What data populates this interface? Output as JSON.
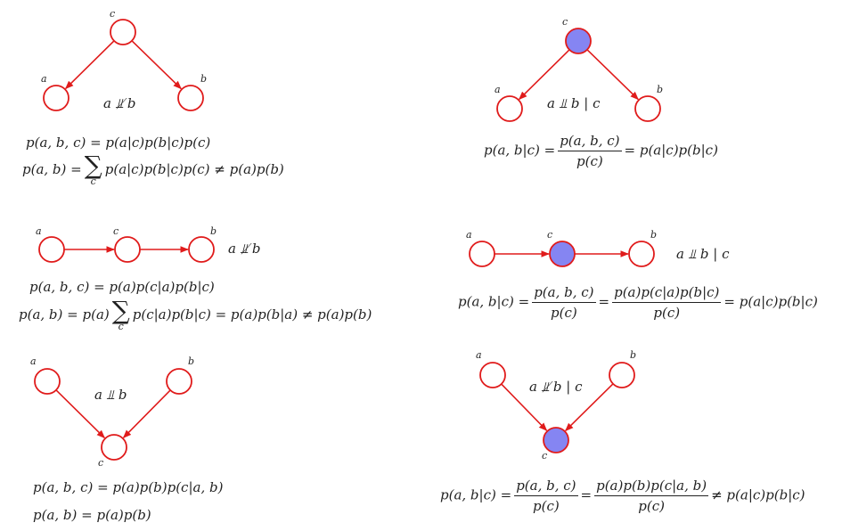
{
  "diagrams": [
    {
      "id": "tail-to-tail-unobserved",
      "nodes": [
        {
          "name": "c",
          "observed": false
        },
        {
          "name": "a",
          "observed": false
        },
        {
          "name": "b",
          "observed": false
        }
      ],
      "edges": [
        [
          "c",
          "a"
        ],
        [
          "c",
          "b"
        ]
      ],
      "relation": "a ⫫̸ b",
      "equations": [
        "p(a, b, c) = p(a|c)p(b|c)p(c)",
        {
          "lhs": "p(a, b) =",
          "sum_sub": "c",
          "rhs": "p(a|c)p(b|c)p(c) ≠ p(a)p(b)"
        }
      ]
    },
    {
      "id": "tail-to-tail-observed",
      "nodes": [
        {
          "name": "c",
          "observed": true
        },
        {
          "name": "a",
          "observed": false
        },
        {
          "name": "b",
          "observed": false
        }
      ],
      "edges": [
        [
          "c",
          "a"
        ],
        [
          "c",
          "b"
        ]
      ],
      "relation": "a ⫫ b | c",
      "equations": [
        {
          "lhs": "p(a, b|c) =",
          "num": "p(a, b, c)",
          "den": "p(c)",
          "rhs": "= p(a|c)p(b|c)"
        }
      ]
    },
    {
      "id": "head-to-tail-unobserved",
      "nodes": [
        {
          "name": "a",
          "observed": false
        },
        {
          "name": "c",
          "observed": false
        },
        {
          "name": "b",
          "observed": false
        }
      ],
      "edges": [
        [
          "a",
          "c"
        ],
        [
          "c",
          "b"
        ]
      ],
      "relation": "a ⫫̸ b",
      "equations": [
        "p(a, b, c) = p(a)p(c|a)p(b|c)",
        {
          "lhs": "p(a, b) = p(a)",
          "sum_sub": "c",
          "rhs": "p(c|a)p(b|c) = p(a)p(b|a) ≠ p(a)p(b)"
        }
      ]
    },
    {
      "id": "head-to-tail-observed",
      "nodes": [
        {
          "name": "a",
          "observed": false
        },
        {
          "name": "c",
          "observed": true
        },
        {
          "name": "b",
          "observed": false
        }
      ],
      "edges": [
        [
          "a",
          "c"
        ],
        [
          "c",
          "b"
        ]
      ],
      "relation": "a ⫫ b | c",
      "equations": [
        {
          "lhs": "p(a, b|c) =",
          "num": "p(a, b, c)",
          "den": "p(c)",
          "mid": "=",
          "num2": "p(a)p(c|a)p(b|c)",
          "den2": "p(c)",
          "rhs": "= p(a|c)p(b|c)"
        }
      ]
    },
    {
      "id": "head-to-head-unobserved",
      "nodes": [
        {
          "name": "a",
          "observed": false
        },
        {
          "name": "b",
          "observed": false
        },
        {
          "name": "c",
          "observed": false
        }
      ],
      "edges": [
        [
          "a",
          "c"
        ],
        [
          "b",
          "c"
        ]
      ],
      "relation": "a ⫫ b",
      "equations": [
        "p(a, b, c) = p(a)p(b)p(c|a, b)",
        "p(a, b) = p(a)p(b)"
      ]
    },
    {
      "id": "head-to-head-observed",
      "nodes": [
        {
          "name": "a",
          "observed": false
        },
        {
          "name": "b",
          "observed": false
        },
        {
          "name": "c",
          "observed": true
        }
      ],
      "edges": [
        [
          "a",
          "c"
        ],
        [
          "b",
          "c"
        ]
      ],
      "relation": "a ⫫̸ b | c",
      "equations": [
        {
          "lhs": "p(a, b|c) =",
          "num": "p(a, b, c)",
          "den": "p(c)",
          "mid": "=",
          "num2": "p(a)p(b)p(c|a, b)",
          "den2": "p(c)",
          "rhs": "≠ p(a|c)p(b|c)"
        }
      ]
    }
  ],
  "colors": {
    "edge": "#e01b1b",
    "observed_fill": "#8585f2",
    "node_fill": "#ffffff"
  }
}
